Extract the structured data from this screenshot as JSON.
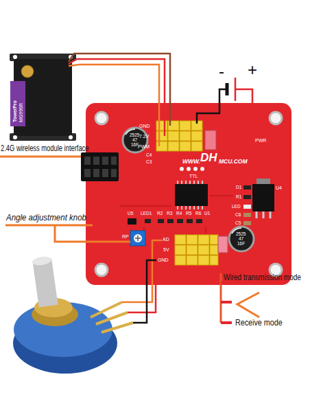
{
  "diagram": {
    "labels": [
      "-",
      "+",
      "2.4G wireless module interface",
      "Angle adjustment knob",
      "Wired transmission mode",
      "Receive mode",
      "GND",
      "7.2V",
      "PWM",
      "C4",
      "C3",
      "TTL",
      "PWR",
      "WWW.",
      "DH",
      "MCU.COM",
      "D1",
      "R1",
      "LED",
      "C6",
      "C5",
      "U4",
      "U5",
      "LED1",
      "R2",
      "R3",
      "R4",
      "R5",
      "R6",
      "U1",
      "RP",
      "AD",
      "5V",
      "GND",
      "2525",
      "47",
      "16F",
      "2525",
      "47",
      "16F",
      "TowerPro",
      "MG996R"
    ]
  }
}
